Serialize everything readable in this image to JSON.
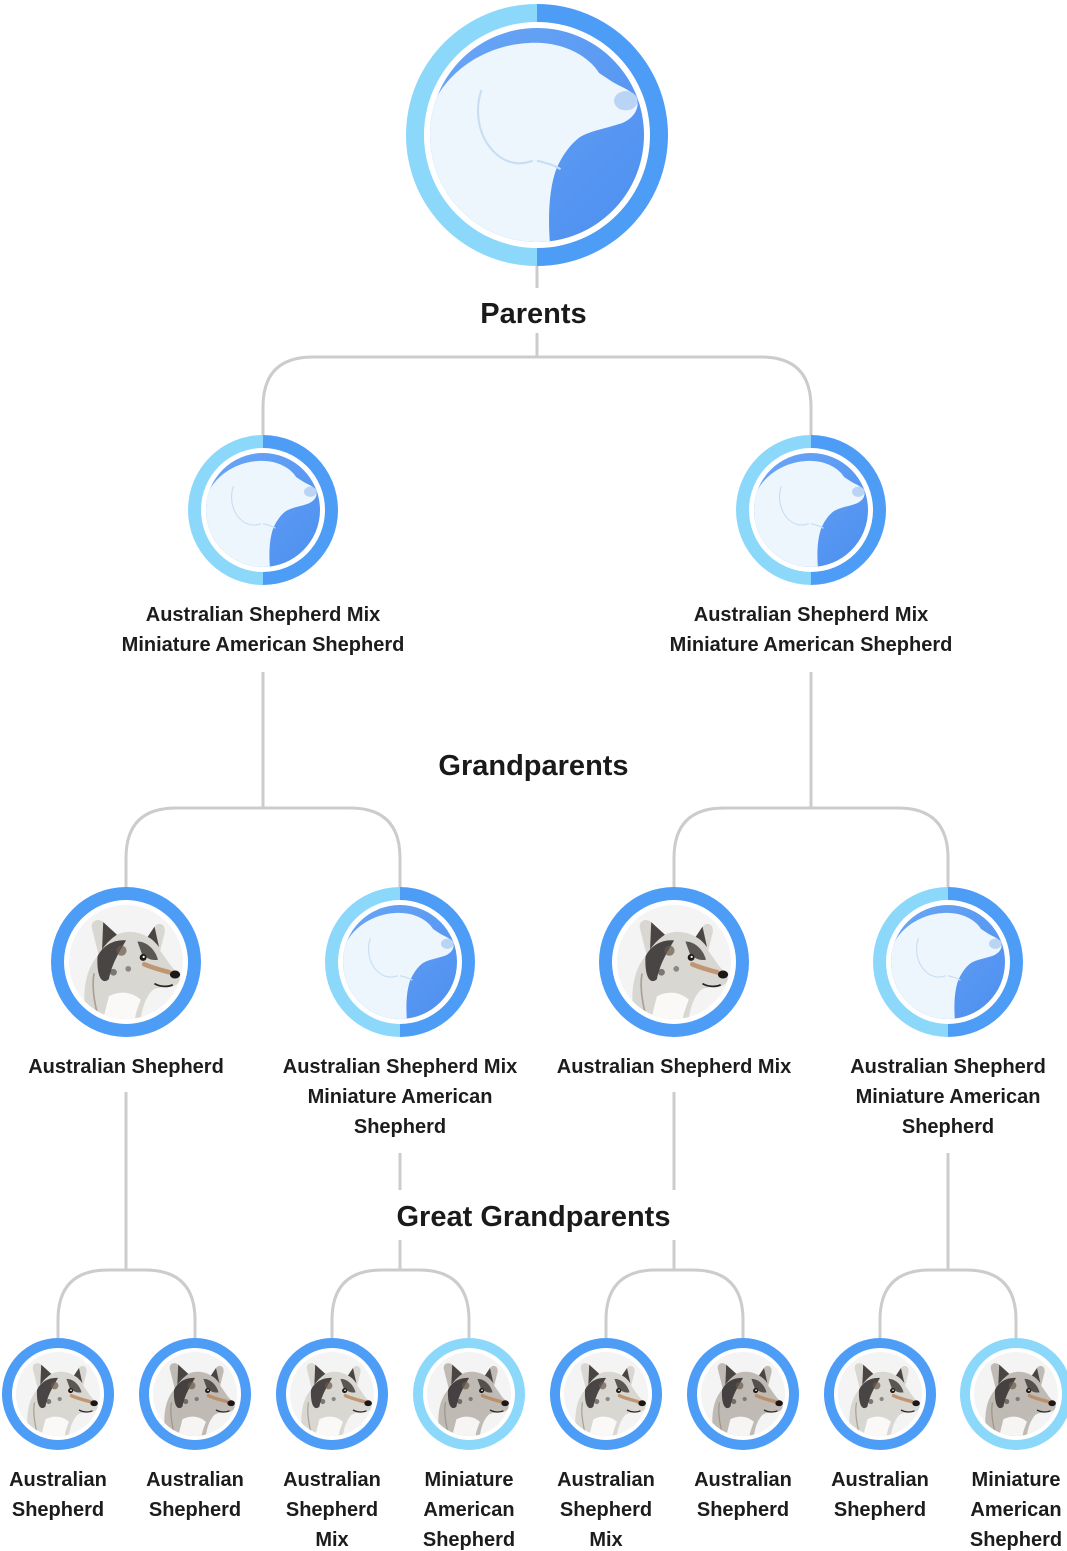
{
  "generations": {
    "parents": "Parents",
    "grandparents": "Grandparents",
    "great_grandparents": "Great Grandparents"
  },
  "subject": {
    "icon": "dog-silhouette-icon"
  },
  "parents": [
    {
      "lines": [
        "Australian Shepherd Mix",
        "Miniature American Shepherd"
      ],
      "icon": "dog-silhouette-icon"
    },
    {
      "lines": [
        "Australian Shepherd Mix",
        "Miniature American Shepherd"
      ],
      "icon": "dog-silhouette-icon"
    }
  ],
  "grandparents": [
    {
      "lines": [
        "Australian Shepherd"
      ],
      "icon": "dog-photo"
    },
    {
      "lines": [
        "Australian Shepherd Mix",
        "Miniature American",
        "Shepherd"
      ],
      "icon": "dog-silhouette-icon"
    },
    {
      "lines": [
        "Australian Shepherd Mix"
      ],
      "icon": "dog-photo"
    },
    {
      "lines": [
        "Australian Shepherd",
        "Miniature American",
        "Shepherd"
      ],
      "icon": "dog-silhouette-icon"
    }
  ],
  "great_grandparents": [
    {
      "lines": [
        "Australian",
        "Shepherd"
      ],
      "icon": "dog-photo"
    },
    {
      "lines": [
        "Australian",
        "Shepherd"
      ],
      "icon": "dog-photo"
    },
    {
      "lines": [
        "Australian",
        "Shepherd",
        "Mix"
      ],
      "icon": "dog-photo"
    },
    {
      "lines": [
        "Miniature",
        "American",
        "Shepherd"
      ],
      "icon": "dog-photo"
    },
    {
      "lines": [
        "Australian",
        "Shepherd",
        "Mix"
      ],
      "icon": "dog-photo"
    },
    {
      "lines": [
        "Australian",
        "Shepherd"
      ],
      "icon": "dog-photo"
    },
    {
      "lines": [
        "Australian",
        "Shepherd"
      ],
      "icon": "dog-photo"
    },
    {
      "lines": [
        "Miniature",
        "American",
        "Shepherd"
      ],
      "icon": "dog-photo"
    }
  ],
  "colors": {
    "ring_dark": "#4d9cf6",
    "ring_light": "#8cd8fb",
    "connector": "#cccccc",
    "silhouette_bg": "#4d8ff0",
    "silhouette_fill": "#edf6fd"
  }
}
